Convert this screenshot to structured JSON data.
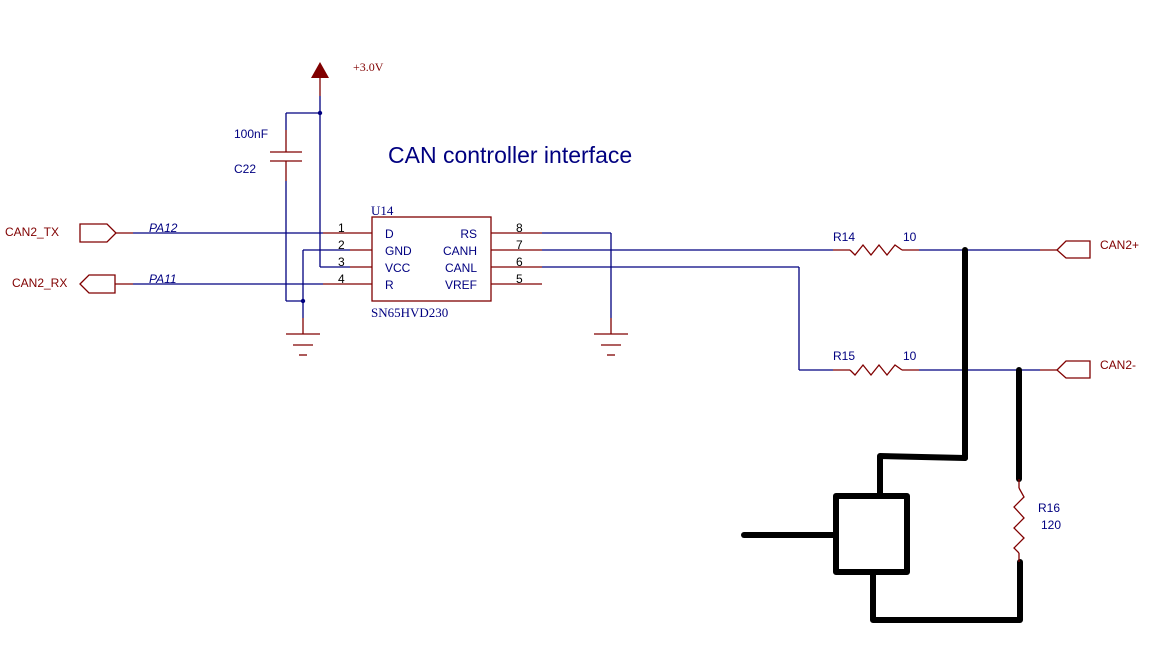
{
  "title": "CAN controller interface",
  "power": {
    "label": "+3.0V",
    "color": "#800000"
  },
  "capacitor": {
    "ref": "C22",
    "value": "100nF"
  },
  "ic": {
    "ref": "U14",
    "part": "SN65HVD230",
    "left_pins": [
      {
        "num": "1",
        "name": "D"
      },
      {
        "num": "2",
        "name": "GND"
      },
      {
        "num": "3",
        "name": "VCC"
      },
      {
        "num": "4",
        "name": "R"
      }
    ],
    "right_pins": [
      {
        "num": "8",
        "name": "RS"
      },
      {
        "num": "7",
        "name": "CANH"
      },
      {
        "num": "6",
        "name": "CANL"
      },
      {
        "num": "5",
        "name": "VREF"
      }
    ]
  },
  "ports": {
    "tx": {
      "label": "CAN2_TX",
      "net": "PA12"
    },
    "rx": {
      "label": "CAN2_RX",
      "net": "PA11"
    },
    "canp": {
      "label": "CAN2+"
    },
    "canm": {
      "label": "CAN2-"
    }
  },
  "resistors": {
    "r14": {
      "ref": "R14",
      "value": "10"
    },
    "r15": {
      "ref": "R15",
      "value": "10"
    },
    "r16": {
      "ref": "R16",
      "value": "120"
    }
  },
  "colors": {
    "wire": "#000080",
    "component": "#800000",
    "annotation": "#000000"
  }
}
